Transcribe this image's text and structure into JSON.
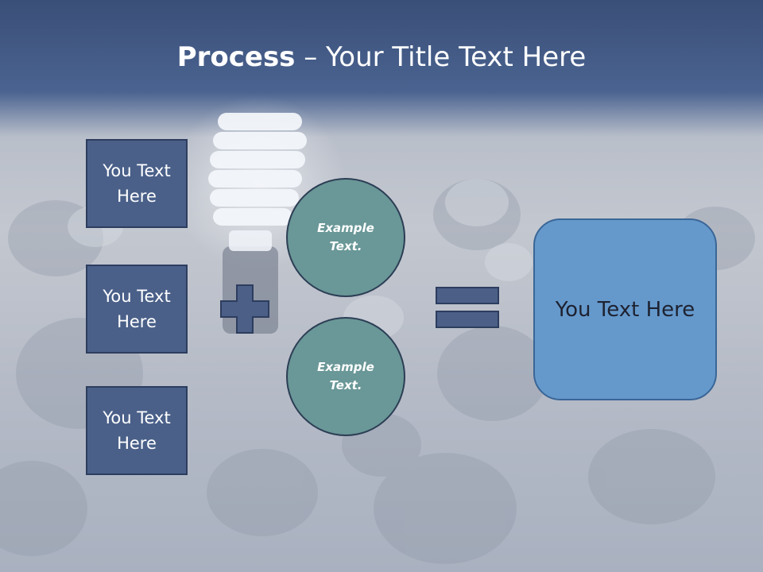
{
  "slide": {
    "title_bold": "Process",
    "title_rest": " – Your Title Text Here",
    "input_boxes": [
      "You Text Here",
      "You Text Here",
      "You Text Here"
    ],
    "circles": [
      "Example Text.",
      "Example Text."
    ],
    "result_box": "You Text Here",
    "operators": [
      "plus-icon",
      "equals-icon"
    ],
    "colors": {
      "header": "#4a6390",
      "input_box": "#4a6089",
      "circle": "#6a9797",
      "result_box": "#6599cc",
      "operator": "#4b5f87"
    }
  }
}
